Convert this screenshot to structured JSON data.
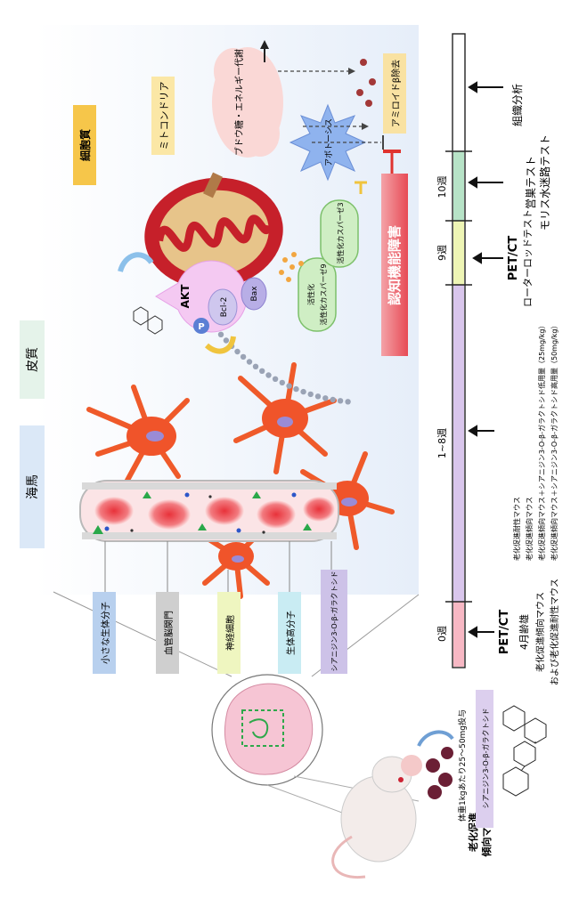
{
  "timeline": {
    "weeks": {
      "w0": "0週",
      "w1_8": "1~8週",
      "w9": "9週",
      "w10": "10週"
    },
    "events": {
      "pet_ct_start": "PET/CT",
      "age_4m": "4月齢雄",
      "groups": [
        "老化促進傾向マウス",
        "および老化促進耐性マウス"
      ],
      "treatment_groups": [
        "老化促進耐性マウス",
        "老化促進傾向マウス",
        "老化促進傾向マウス＋シアニジン3‑O‑β‑ガラクトシド低用量（25mg/kg）",
        "老化促進傾向マウス＋シアニジン3‑O‑β‑ガラクトシド高用量（50mg/kg）"
      ],
      "pet_ct_rotarod": [
        "PET/CT",
        "ローターロッドテスト"
      ],
      "behavior_tests": [
        "営巣テスト",
        "モリス水迷路テスト"
      ],
      "tissue": "組織分析"
    }
  },
  "mouse": {
    "label_line1": "老化促進",
    "label_line2": "傾向マウス",
    "dose": "体重1kgあたり25～50mg投与",
    "compound": "シアニジン3‑O‑β‑ガラクトシド"
  },
  "regions": {
    "hippocampus": "海馬",
    "cortex": "皮質",
    "cytoplasm": "細胞質"
  },
  "legend": {
    "small_molecule": "小さな生体分子",
    "bbb": "血管脳関門",
    "neuron": "神経細胞",
    "macromolecule": "生体高分子",
    "c3g": "シアニジン3‑O‑β‑ガラクトシド"
  },
  "pathway": {
    "akt": "AKT",
    "p": "P",
    "bcl2": "Bcl-2",
    "bax": "Bax",
    "caspase9": "活性化カスパーゼ9",
    "caspase3": "活性化カスパーゼ3",
    "apoptosis": "アポトーシス",
    "mito": "ミトコンドリア",
    "glucose": "ブドウ糖・エネルギー代謝",
    "amyloid": "アミロイドβ除去",
    "cognitive": "認知機能障害"
  },
  "colors": {
    "bar_pink": "#f7b8c4",
    "bar_purple": "#d9c6ec",
    "bar_yellow": "#eef5b5",
    "bar_green": "#b7e3c7",
    "legend_blue": "#b8d0ee",
    "legend_gray": "#cfcfcf",
    "legend_yellow": "#eff6c0",
    "legend_cyan": "#c9ecf3",
    "legend_violet": "#cdc2e8",
    "accent_red": "#e0332f"
  }
}
